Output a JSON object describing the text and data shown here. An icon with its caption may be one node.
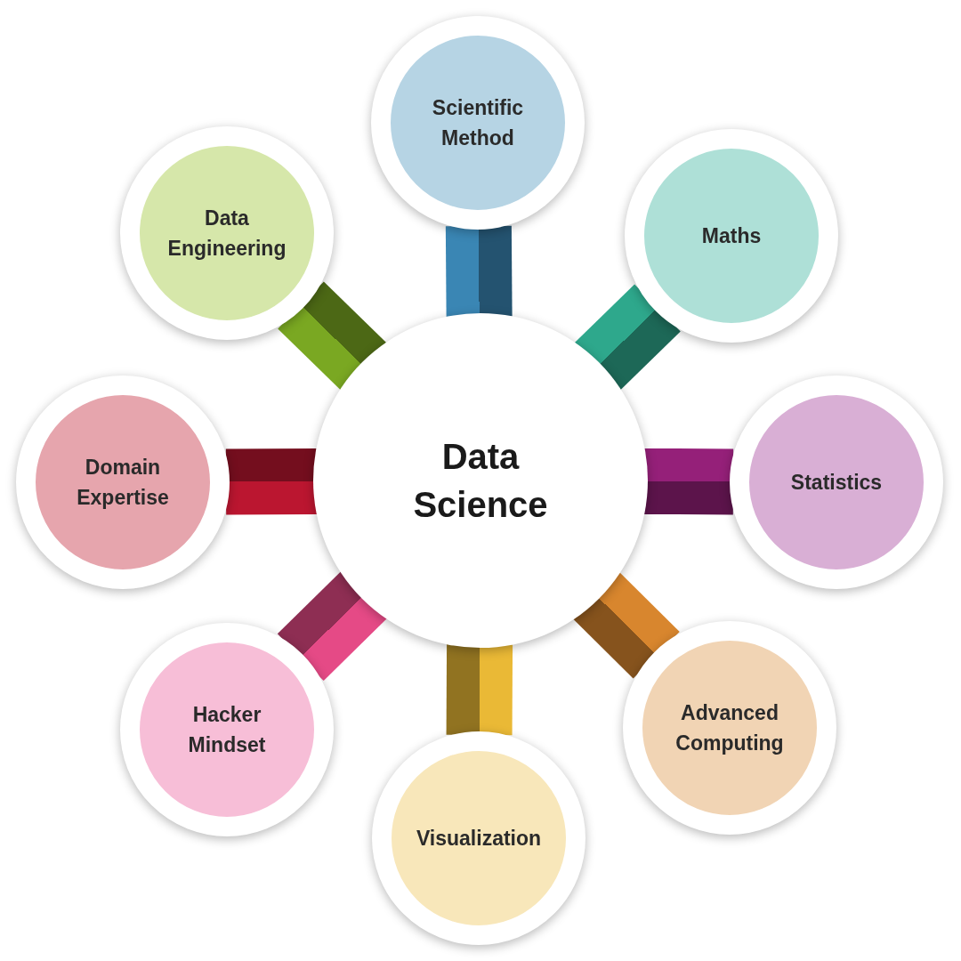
{
  "diagram": {
    "nodes": [
      {
        "text": [
          "Data Science"
        ]
      },
      {
        "text": [
          "Scientific Method"
        ]
      },
      {
        "text": [
          "Maths"
        ]
      },
      {
        "text": [
          "Statistics"
        ]
      },
      {
        "text": [
          "Advanced Computing"
        ]
      },
      {
        "text": [
          "Visualization"
        ]
      },
      {
        "text": [
          "Hacker Mindset"
        ]
      },
      {
        "text": [
          "Domain Expertise"
        ]
      },
      {
        "text": [
          "Data Engineering"
        ]
      }
    ],
    "edges": [
      {
        "from": 0,
        "to": 1,
        "arrow": "none",
        "style": "thick",
        "color": "#3a86b4"
      },
      {
        "from": 0,
        "to": 2,
        "arrow": "none",
        "style": "thick",
        "color": "#2ea88c"
      },
      {
        "from": 0,
        "to": 3,
        "arrow": "none",
        "style": "thick",
        "color": "#952079"
      },
      {
        "from": 0,
        "to": 4,
        "arrow": "none",
        "style": "thick",
        "color": "#d8862e"
      },
      {
        "from": 0,
        "to": 5,
        "arrow": "none",
        "style": "thick",
        "color": "#eab936"
      },
      {
        "from": 0,
        "to": 6,
        "arrow": "none",
        "style": "thick",
        "color": "#e54a86"
      },
      {
        "from": 0,
        "to": 7,
        "arrow": "none",
        "style": "thick",
        "color": "#bb1630"
      },
      {
        "from": 0,
        "to": 8,
        "arrow": "none",
        "style": "thick",
        "color": "#7aa822"
      }
    ]
  }
}
